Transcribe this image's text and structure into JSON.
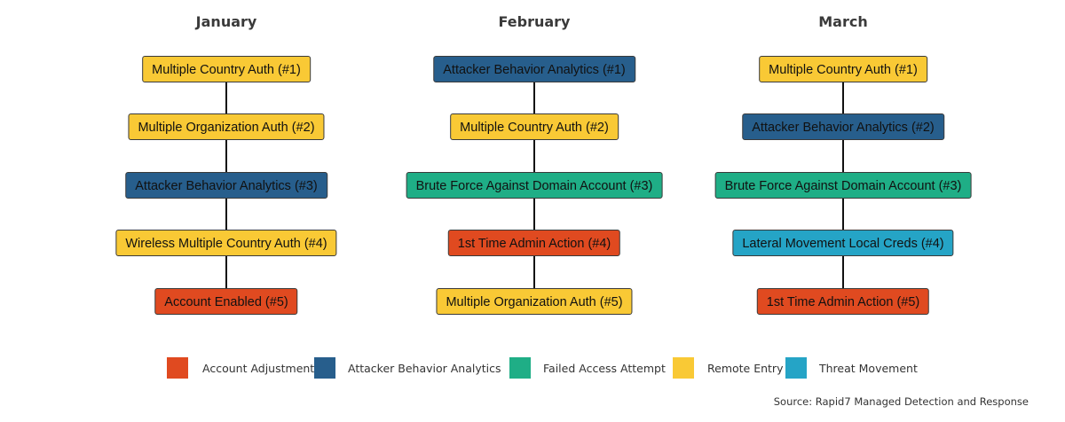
{
  "months": [
    {
      "title": "January",
      "items": [
        {
          "label": "Multiple Country Auth (#1)",
          "category": "Remote Entry"
        },
        {
          "label": "Multiple Organization Auth (#2)",
          "category": "Remote Entry"
        },
        {
          "label": "Attacker Behavior Analytics (#3)",
          "category": "Attacker Behavior Analytics"
        },
        {
          "label": "Wireless Multiple Country Auth (#4)",
          "category": "Remote Entry"
        },
        {
          "label": "Account Enabled (#5)",
          "category": "Account Adjustment"
        }
      ]
    },
    {
      "title": "February",
      "items": [
        {
          "label": "Attacker Behavior Analytics (#1)",
          "category": "Attacker Behavior Analytics"
        },
        {
          "label": "Multiple Country Auth (#2)",
          "category": "Remote Entry"
        },
        {
          "label": "Brute Force Against Domain Account (#3)",
          "category": "Failed Access Attempt"
        },
        {
          "label": "1st Time Admin Action (#4)",
          "category": "Account Adjustment"
        },
        {
          "label": "Multiple Organization Auth (#5)",
          "category": "Remote Entry"
        }
      ]
    },
    {
      "title": "March",
      "items": [
        {
          "label": "Multiple Country Auth (#1)",
          "category": "Remote Entry"
        },
        {
          "label": "Attacker Behavior Analytics (#2)",
          "category": "Attacker Behavior Analytics"
        },
        {
          "label": "Brute Force Against Domain Account (#3)",
          "category": "Failed Access Attempt"
        },
        {
          "label": "Lateral Movement Local Creds (#4)",
          "category": "Threat Movement"
        },
        {
          "label": "1st Time Admin Action (#5)",
          "category": "Account Adjustment"
        }
      ]
    }
  ],
  "legend": [
    {
      "label": "Account Adjustment",
      "color": "#e04a20"
    },
    {
      "label": "Attacker Behavior Analytics",
      "color": "#275e8c"
    },
    {
      "label": "Failed Access Attempt",
      "color": "#1fae86"
    },
    {
      "label": "Remote Entry",
      "color": "#f9c935"
    },
    {
      "label": "Threat Movement",
      "color": "#25a4c6"
    }
  ],
  "source": "Source: Rapid7 Managed Detection and Response"
}
